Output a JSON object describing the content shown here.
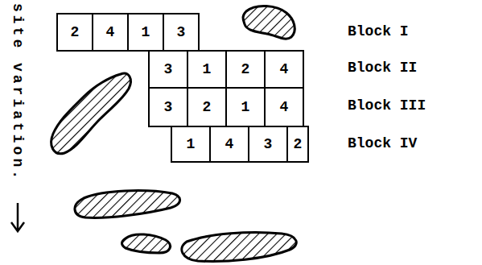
{
  "diagram": {
    "nodes": [
      {
        "text": [
          "2"
        ]
      },
      {
        "text": [
          "4"
        ]
      },
      {
        "text": [
          "1"
        ]
      },
      {
        "text": [
          "3"
        ]
      },
      {
        "text": [
          "3"
        ]
      },
      {
        "text": [
          "1"
        ]
      },
      {
        "text": [
          "2"
        ]
      },
      {
        "text": [
          "4"
        ]
      },
      {
        "text": [
          "3"
        ]
      },
      {
        "text": [
          "2"
        ]
      },
      {
        "text": [
          "1"
        ]
      },
      {
        "text": [
          "4"
        ]
      },
      {
        "text": [
          "1"
        ]
      },
      {
        "text": [
          "4"
        ]
      },
      {
        "text": [
          "3"
        ]
      },
      {
        "text": [
          "2"
        ]
      }
    ],
    "labels": [
      "site variation.",
      "Block I",
      "Block II",
      "Block III",
      "Block IV"
    ]
  }
}
